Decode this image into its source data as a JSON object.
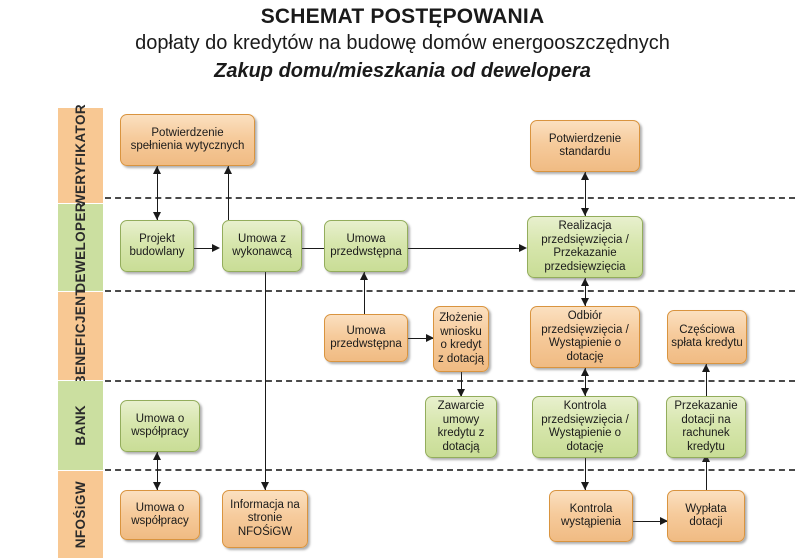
{
  "title": {
    "line1": "SCHEMAT POSTĘPOWANIA",
    "line2": "dopłaty do kredytów na budowę domów energooszczędnych",
    "line3": "Zakup domu/mieszkania od dewelopera"
  },
  "colors": {
    "lane_orange": "#f8c893",
    "lane_green": "#cbdfa0",
    "box_orange_fill": "#f6cb9c",
    "box_orange_border": "#d9943f",
    "box_green_fill": "#d7e6ad",
    "box_green_border": "#93ad5c",
    "divider": "#4a4a4a",
    "connector": "#1a1a1a",
    "background": "#ffffff"
  },
  "lanes": [
    {
      "id": "weryfikator",
      "label": "WERYFIKATOR",
      "tone": "orange"
    },
    {
      "id": "deweloper",
      "label": "DEWELOPER",
      "tone": "green"
    },
    {
      "id": "beneficjent",
      "label": "BENEFICJENT",
      "tone": "orange"
    },
    {
      "id": "bank",
      "label": "BANK",
      "tone": "green"
    },
    {
      "id": "nfosigw",
      "label": "NFOŚiGW",
      "tone": "orange"
    }
  ],
  "nodes": [
    {
      "id": "potwierdzenie-wytycznych",
      "lane": "weryfikator",
      "tone": "orange",
      "label": "Potwierdzenie spełnienia wytycznych"
    },
    {
      "id": "potwierdzenie-standardu",
      "lane": "weryfikator",
      "tone": "orange",
      "label": "Potwierdzenie standardu"
    },
    {
      "id": "projekt-budowlany",
      "lane": "deweloper",
      "tone": "green",
      "label": "Projekt budowlany"
    },
    {
      "id": "umowa-z-wykonawca",
      "lane": "deweloper",
      "tone": "green",
      "label": "Umowa z wykonawcą"
    },
    {
      "id": "umowa-przedwstepna-dev",
      "lane": "deweloper",
      "tone": "green",
      "label": "Umowa przedwstępna"
    },
    {
      "id": "realizacja-przedsiewziecia",
      "lane": "deweloper",
      "tone": "green",
      "label": "Realizacja przedsięwzięcia / Przekazanie przedsięwzięcia"
    },
    {
      "id": "umowa-przedwstepna-ben",
      "lane": "beneficjent",
      "tone": "orange",
      "label": "Umowa przedwstępna"
    },
    {
      "id": "zlozenie-wniosku",
      "lane": "beneficjent",
      "tone": "orange",
      "label": "Złożenie wniosku o kredyt z dotacją"
    },
    {
      "id": "odbior-przedsiewziecia",
      "lane": "beneficjent",
      "tone": "orange",
      "label": "Odbiór przedsięwzięcia / Wystąpienie o dotację"
    },
    {
      "id": "czesciowa-splata",
      "lane": "beneficjent",
      "tone": "orange",
      "label": "Częściowa spłata kredytu"
    },
    {
      "id": "umowa-o-wspolpracy-bank",
      "lane": "bank",
      "tone": "green",
      "label": "Umowa o współpracy"
    },
    {
      "id": "zawarcie-umowy-kredytu",
      "lane": "bank",
      "tone": "green",
      "label": "Zawarcie umowy kredytu z dotacją"
    },
    {
      "id": "kontrola-przedsiewziecia",
      "lane": "bank",
      "tone": "green",
      "label": "Kontrola przedsięwzięcia / Wystąpienie o dotację"
    },
    {
      "id": "przekazanie-dotacji",
      "lane": "bank",
      "tone": "green",
      "label": "Przekazanie dotacji na rachunek kredytu"
    },
    {
      "id": "umowa-o-wspolpracy-nfos",
      "lane": "nfosigw",
      "tone": "orange",
      "label": "Umowa o współpracy"
    },
    {
      "id": "informacja-na-stronie",
      "lane": "nfosigw",
      "tone": "orange",
      "label": "Informacja na stronie NFOŚiGW"
    },
    {
      "id": "kontrola-wystapienia",
      "lane": "nfosigw",
      "tone": "orange",
      "label": "Kontrola wystąpienia"
    },
    {
      "id": "wyplata-dotacji",
      "lane": "nfosigw",
      "tone": "orange",
      "label": "Wypłata dotacji"
    }
  ],
  "edges": [
    {
      "from": "projekt-budowlany",
      "to": "potwierdzenie-wytycznych",
      "style": "double-vertical"
    },
    {
      "from": "umowa-z-wykonawca",
      "to": "potwierdzenie-wytycznych",
      "style": "up-vertical"
    },
    {
      "from": "projekt-budowlany",
      "to": "umowa-z-wykonawca",
      "style": "right"
    },
    {
      "from": "umowa-z-wykonawca",
      "to": "umowa-przedwstepna-dev",
      "style": "plain-horizontal"
    },
    {
      "from": "umowa-przedwstepna-dev",
      "to": "realizacja-przedsiewziecia",
      "style": "right"
    },
    {
      "from": "realizacja-przedsiewziecia",
      "to": "potwierdzenie-standardu",
      "style": "double-vertical"
    },
    {
      "from": "umowa-przedwstepna-ben",
      "to": "umowa-przedwstepna-dev",
      "style": "up-vertical"
    },
    {
      "from": "umowa-przedwstepna-ben",
      "to": "zlozenie-wniosku",
      "style": "right"
    },
    {
      "from": "zlozenie-wniosku",
      "to": "zawarcie-umowy-kredytu",
      "style": "down-vertical"
    },
    {
      "from": "odbior-przedsiewziecia",
      "to": "realizacja-przedsiewziecia",
      "style": "double-vertical"
    },
    {
      "from": "odbior-przedsiewziecia",
      "to": "kontrola-przedsiewziecia",
      "style": "double-vertical"
    },
    {
      "from": "przekazanie-dotacji",
      "to": "czesciowa-splata",
      "style": "up-vertical"
    },
    {
      "from": "umowa-o-wspolpracy-bank",
      "to": "umowa-o-wspolpracy-nfos",
      "style": "double-vertical"
    },
    {
      "from": "umowa-z-wykonawca",
      "to": "informacja-na-stronie",
      "style": "down-long"
    },
    {
      "from": "kontrola-przedsiewziecia",
      "to": "kontrola-wystapienia",
      "style": "down-vertical"
    },
    {
      "from": "kontrola-wystapienia",
      "to": "wyplata-dotacji",
      "style": "right"
    },
    {
      "from": "wyplata-dotacji",
      "to": "przekazanie-dotacji",
      "style": "up-vertical"
    }
  ]
}
